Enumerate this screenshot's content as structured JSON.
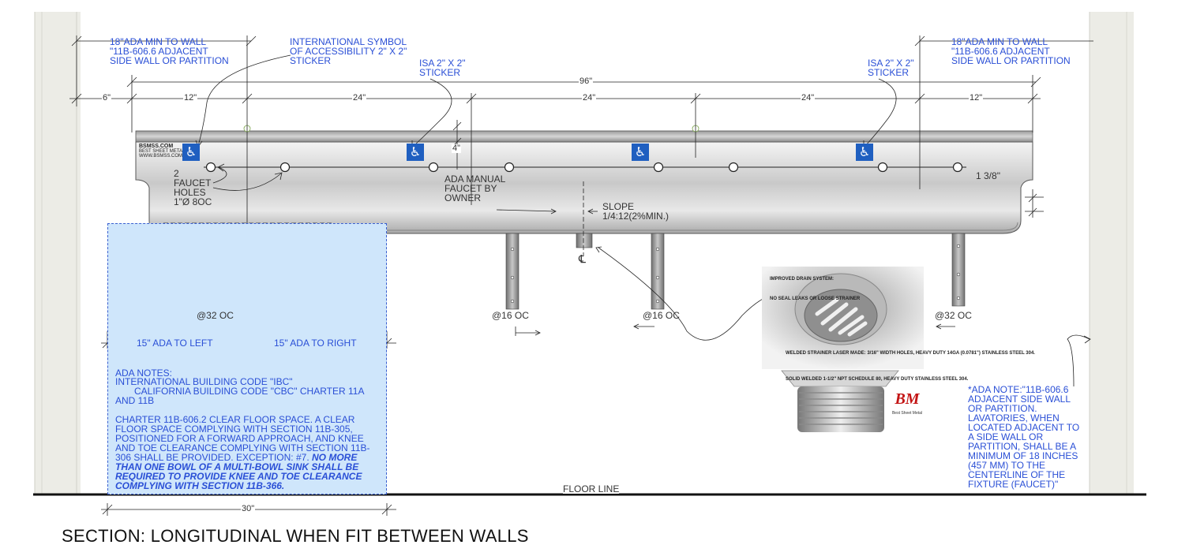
{
  "title": "SECTION: LONGITUDINAL WHEN FIT BETWEEN WALLS",
  "floor_line": "FLOOR LINE",
  "callouts": {
    "ada_min_left": "18\"ADA MIN TO WALL\n\"11B-606.6 ADJACENT\nSIDE WALL OR PARTITION",
    "ada_min_right": "18\"ADA MIN TO WALL\n\"11B-606.6 ADJACENT\nSIDE WALL OR PARTITION",
    "isa_main": "INTERNATIONAL SYMBOL\nOF ACCESSIBILITY 2\" X 2\"\nSTICKER",
    "isa_left": "ISA 2\" X 2\"\nSTICKER",
    "isa_right": "ISA 2\" X 2\"\nSTICKER",
    "faucet_holes": "2\nFAUCET\nHOLES\n1\"Ø 8OC",
    "ada_manual": "ADA MANUAL\nFAUCET BY\nOWNER",
    "slope": "SLOPE\n1/4:12(2%MIN.)",
    "centerline": "℄",
    "lip_height": "1 3/8\"",
    "deck_height": "4\""
  },
  "dimensions": {
    "overall": "96\"",
    "d6": "6\"",
    "d12_left": "12\"",
    "d24_a": "24\"",
    "d24_b": "24\"",
    "d24_c": "24\"",
    "d12_right": "12\"",
    "oc32_left": "@32 OC",
    "oc16_left": "@16 OC",
    "oc16_right": "@16 OC",
    "oc32_right": "@32 OC",
    "ada_left": "15\" ADA TO LEFT",
    "ada_right": "15\" ADA TO RIGHT",
    "d30": "30\""
  },
  "ada_notes": {
    "heading": "ADA NOTES:",
    "ibc": "INTERNATIONAL BUILDING CODE \"IBC\"",
    "cbc": "CALIFORNIA BUILDING CODE \"CBC\" CHARTER 11A",
    "cbc2": "AND 11B",
    "para1": "CHARTER 11B-606.2 CLEAR FLOOR SPACE. A CLEAR FLOOR SPACE COMPLYING WITH SECTION 11B-305, POSITIONED FOR A FORWARD APPROACH, AND KNEE AND TOE CLEARANCE COMPLYING WITH SECTION 11B-306 SHALL BE PROVIDED. EXCEPTION: #7.",
    "para1_bold": "NO MORE THAN ONE BOWL OF A MULTI-BOWL SINK SHALL BE REQUIRED TO PROVIDE KNEE AND TOE CLEARANCE COMPLYING WITH SECTION 11B-366."
  },
  "side_note": "*ADA NOTE:\"11B-606.6\nADJACENT SIDE WALL\nOR PARTITION.\nLAVATORIES, WHEN\nLOCATED ADJACENT TO\nA SIDE WALL OR\nPARTITION, SHALL BE A\nMINIMUM OF 18 INCHES\n(457 MM) TO THE\nCENTERLINE OF THE\nFIXTURE (FAUCET)\"",
  "drain_photo": {
    "improved": "IMPROVED\nDRAIN\nSYSTEM:",
    "no_seal": "NO SEAL\nLEAKS OR\nLOOSE\nSTRAINER",
    "welded_strainer": "WELDED STRAINER LASER MADE: 3/16\"\nWIDTH HOLES, HEAVY DUTY 14GA (0.0781\")\nSTAINLESS STEEL 304.",
    "solid_welded": "SOLID WELDED 1-1/2\" NPT SCHEDULE 80,\nHEAVY DUTY STAINLESS STEEL 304.",
    "brand_mark": "BM",
    "brand_name": "Best Sheet Metal"
  },
  "logo_text": {
    "name": "BSMSS.COM",
    "line2": "BEST SHEET METAL INC",
    "line3": "WWW.BSMSS.COM"
  },
  "colors": {
    "annotation_blue": "#2a4fd6",
    "note_box_fill": "#cfe6fb",
    "isa_blue": "#1f5fc0",
    "steel": "#d9d9d9",
    "wall": "#ecece6"
  }
}
